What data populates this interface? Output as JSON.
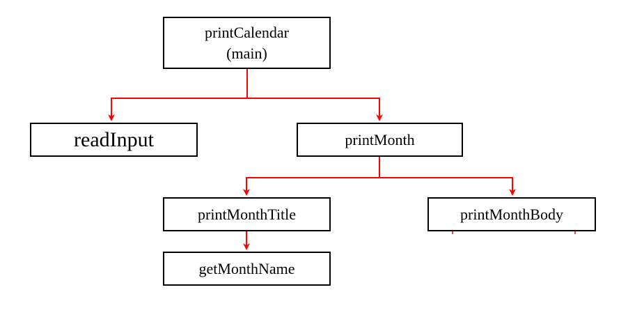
{
  "diagram": {
    "nodes": {
      "main": {
        "lines": [
          "printCalendar",
          "(main)"
        ]
      },
      "read_input": {
        "label": "readInput"
      },
      "print_month": {
        "label": "printMonth"
      },
      "print_month_title": {
        "label": "printMonthTitle"
      },
      "print_month_body": {
        "label": "printMonthBody"
      },
      "get_month_name": {
        "label": "getMonthName"
      }
    },
    "edges": [
      {
        "from": "main",
        "to": "read_input"
      },
      {
        "from": "main",
        "to": "print_month"
      },
      {
        "from": "print_month",
        "to": "print_month_title"
      },
      {
        "from": "print_month",
        "to": "print_month_body"
      },
      {
        "from": "print_month_title",
        "to": "get_month_name"
      }
    ],
    "colors": {
      "edge": "#ff0000",
      "node_border": "#000000",
      "text": "#000000",
      "background": "#ffffff"
    }
  }
}
